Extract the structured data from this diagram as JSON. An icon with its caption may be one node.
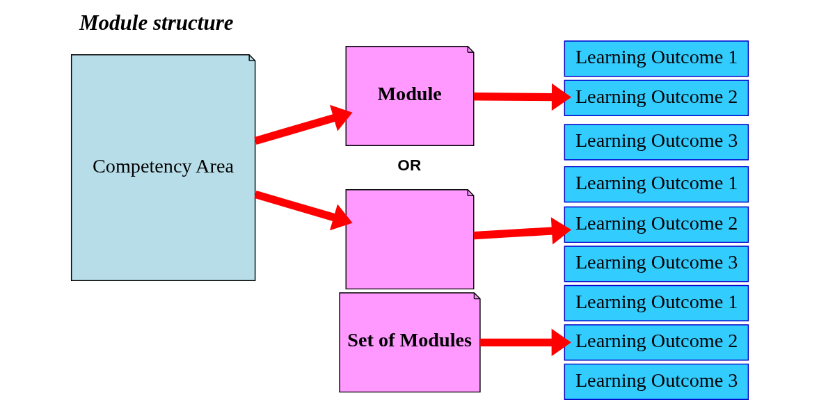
{
  "diagram": {
    "title": "Module structure",
    "nodes": [
      {
        "text": [
          "Competency Area"
        ]
      },
      {
        "text": [
          "Module"
        ]
      },
      {
        "text": [],
        "shape": "document"
      },
      {
        "text": [
          "Set of Modules"
        ]
      },
      {
        "text": [
          "Learning Outcome 1"
        ]
      },
      {
        "text": [
          "Learning Outcome 2"
        ]
      },
      {
        "text": [
          "Learning Outcome 3"
        ]
      },
      {
        "text": [
          "Learning Outcome 1"
        ]
      },
      {
        "text": [
          "Learning Outcome 2"
        ]
      },
      {
        "text": [
          "Learning Outcome 3"
        ]
      },
      {
        "text": [
          "Learning Outcome 1"
        ]
      },
      {
        "text": [
          "Learning Outcome 2"
        ]
      },
      {
        "text": [
          "Learning Outcome 3"
        ]
      }
    ],
    "edges": [
      {
        "from": 0,
        "to": 1,
        "arrow": "to"
      },
      {
        "from": 0,
        "to": 2,
        "arrow": "to"
      },
      {
        "from": 1,
        "to": 5,
        "arrow": "to"
      },
      {
        "from": 2,
        "to": 8,
        "arrow": "to"
      },
      {
        "from": 3,
        "to": 11,
        "arrow": "to"
      }
    ],
    "labels": [
      "OR"
    ]
  }
}
